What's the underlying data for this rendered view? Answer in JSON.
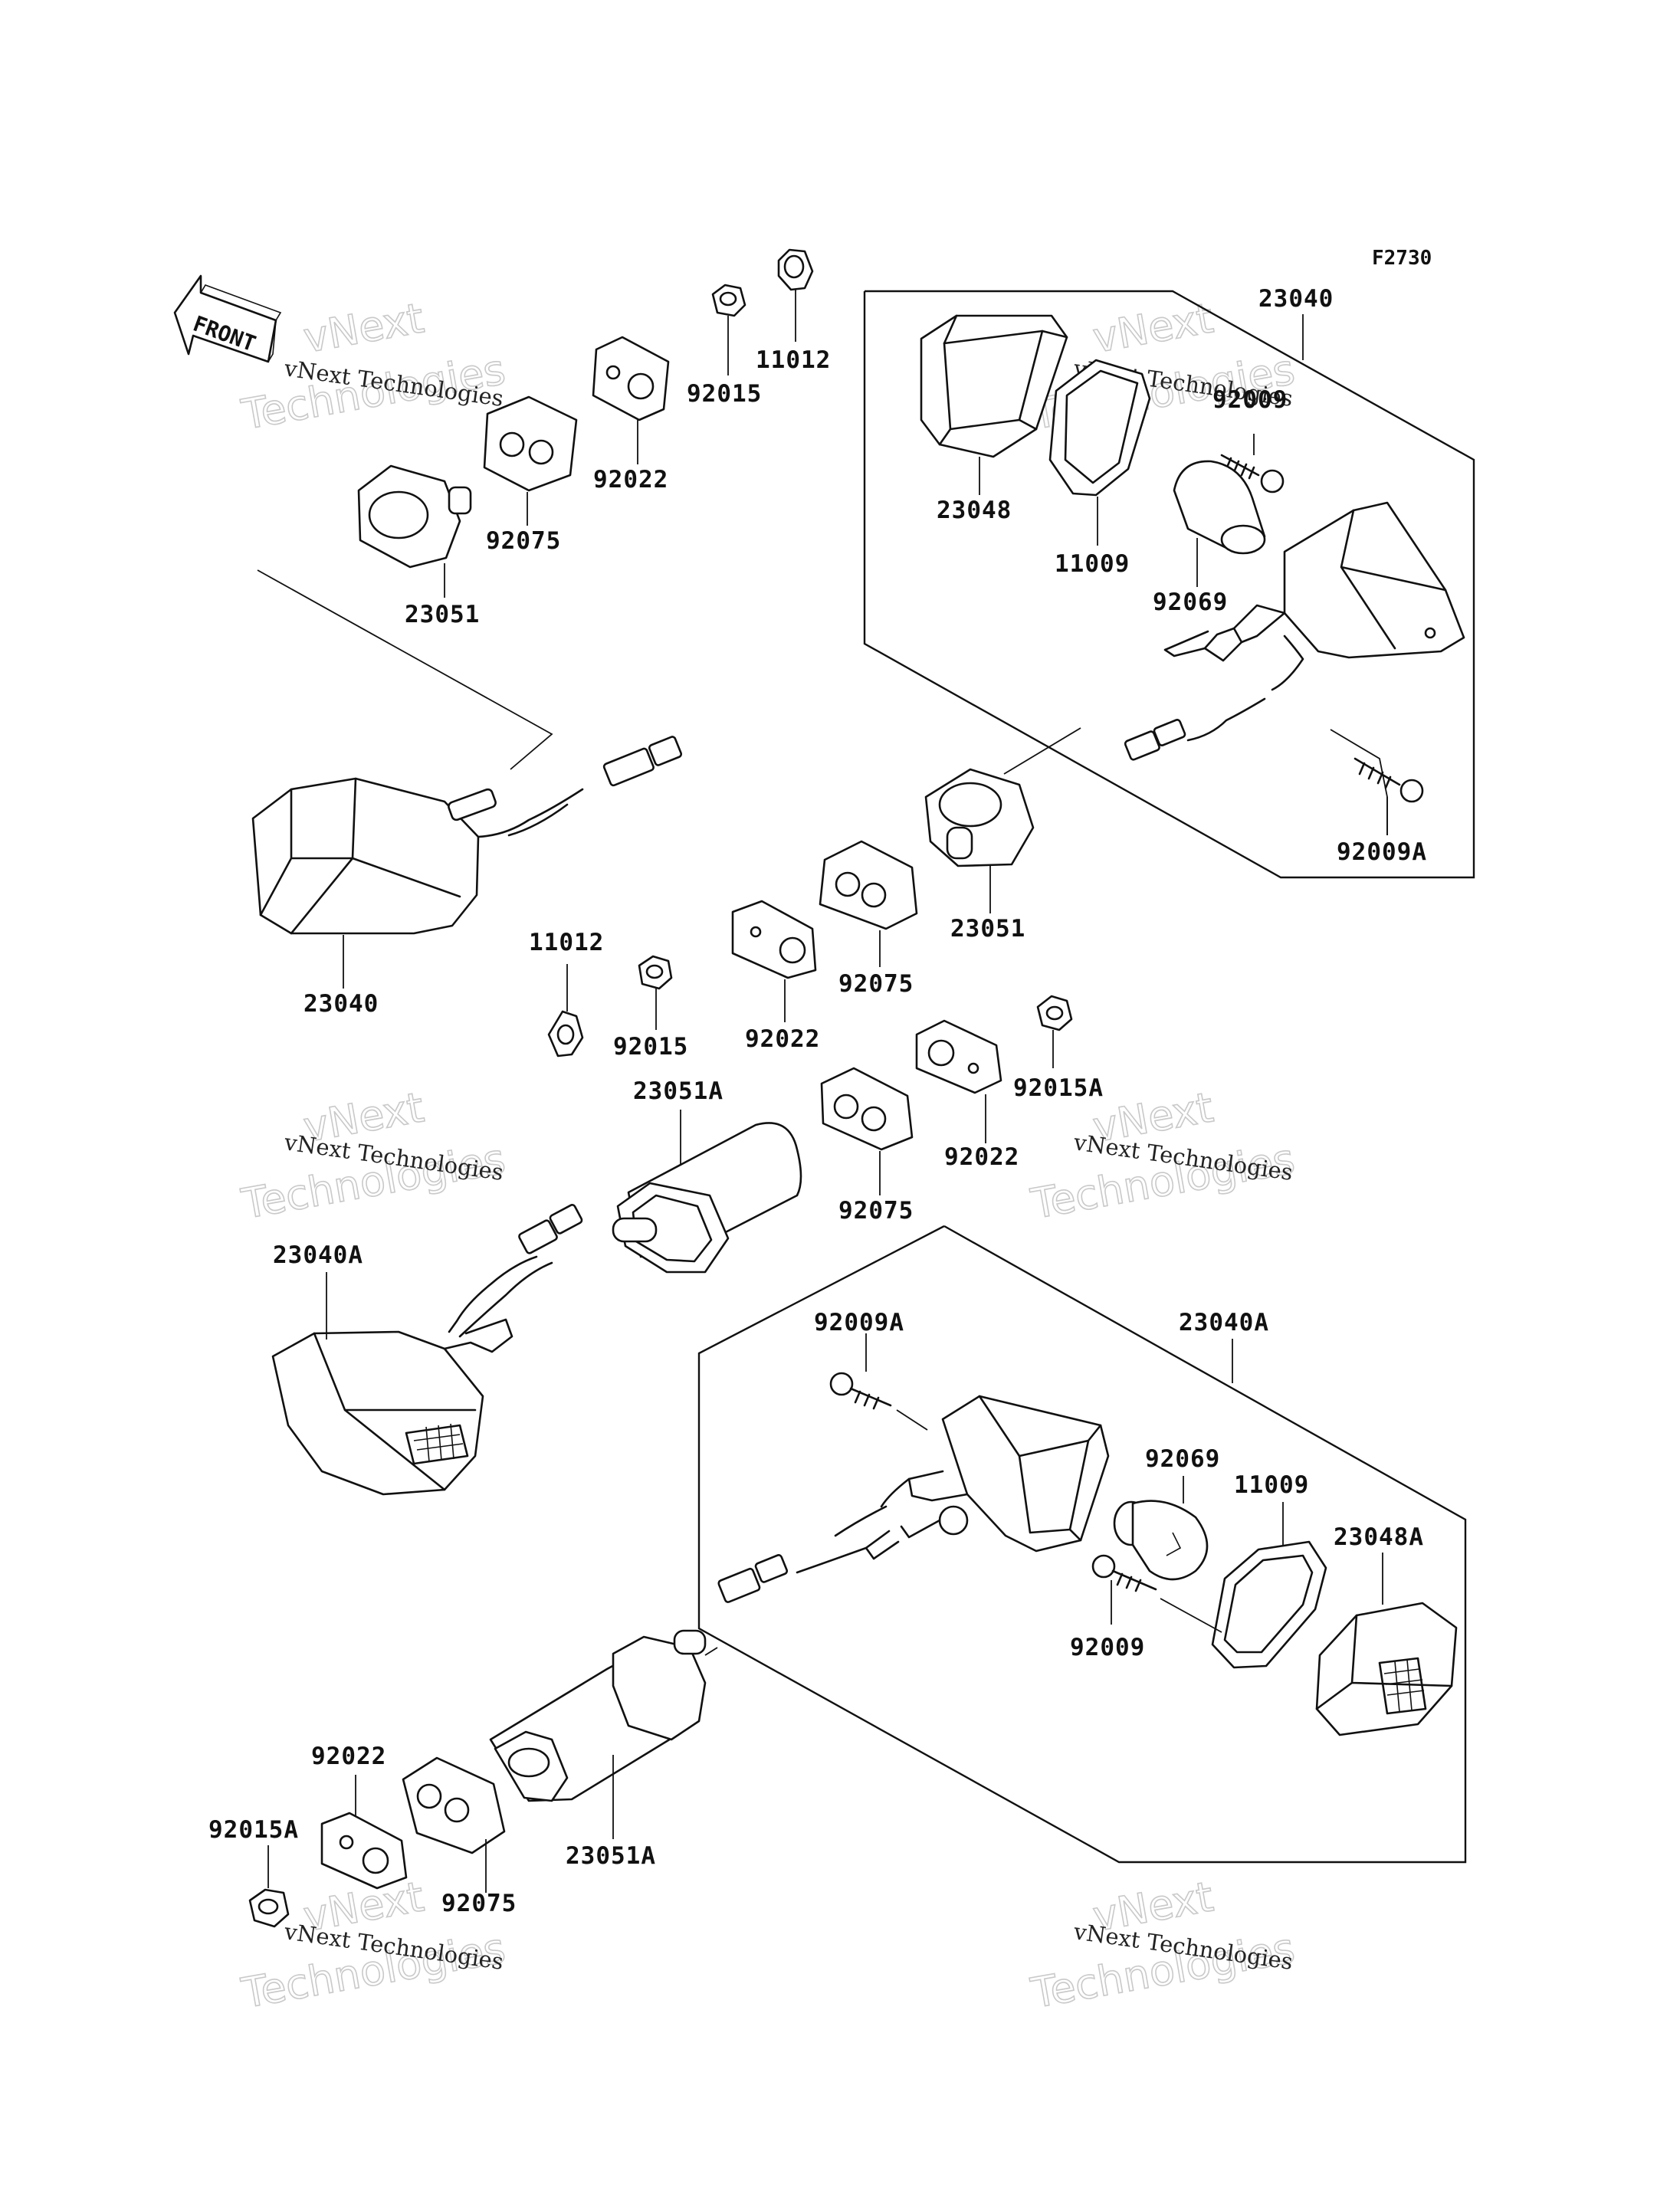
{
  "figure_code": "F2730",
  "direction_label": "FRONT",
  "watermark": {
    "small": "vNext Technologies",
    "big_line1": "vNext",
    "big_line2": "Technologies"
  },
  "labels": {
    "p23040_top": "23040",
    "p92009_top": "92009",
    "p23048": "23048",
    "p11009_top": "11009",
    "p92069_top": "92069",
    "p92009A_top": "92009A",
    "p23051_right": "23051",
    "p11012_top": "11012",
    "p92015_top": "92015",
    "p92022_top": "92022",
    "p92075_top": "92075",
    "p23051_left": "23051",
    "p23040_left": "23040",
    "p11012_mid": "11012",
    "p92015_mid": "92015",
    "p92022_mid": "92022",
    "p92075_mid": "92075",
    "p92015A_mid": "92015A",
    "p92022_mid2": "92022",
    "p23051A_mid": "23051A",
    "p92075_mid2": "92075",
    "p23040A_left": "23040A",
    "p23040A_right": "23040A",
    "p92009A_bottom": "92009A",
    "p92069_bottom": "92069",
    "p11009_bottom": "11009",
    "p23048A": "23048A",
    "p92009_bottom": "92009",
    "p92022_bottom": "92022",
    "p92015A_bottom": "92015A",
    "p92075_bottom": "92075",
    "p23051A_bottom": "23051A"
  }
}
